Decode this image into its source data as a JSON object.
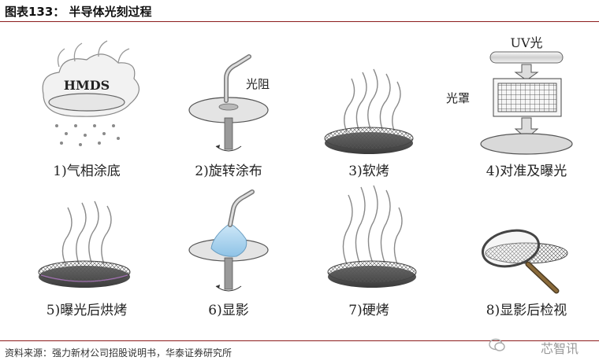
{
  "header": {
    "title": "图表133：  半导体光刻过程"
  },
  "steps": [
    {
      "caption": "1)气相涂底",
      "tag": "HMDS"
    },
    {
      "caption": "2)旋转涂布",
      "tag": "光阻"
    },
    {
      "caption": "3)软烤"
    },
    {
      "caption": "4)对准及曝光",
      "tag": "UV光",
      "tag2": "光罩"
    },
    {
      "caption": "5)曝光后烘烤"
    },
    {
      "caption": "6)显影"
    },
    {
      "caption": "7)硬烤"
    },
    {
      "caption": "8)显影后检视"
    }
  ],
  "footer": {
    "source": "资料来源：强力新材公司招股说明书，华泰证券研究所",
    "watermark": "芯智讯"
  }
}
